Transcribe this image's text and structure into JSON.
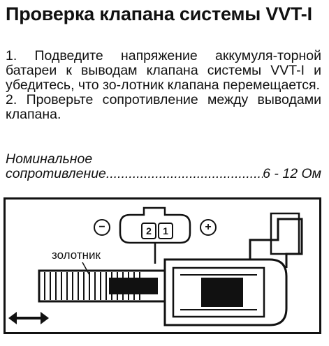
{
  "title": "Проверка клапана системы VVT-I",
  "steps": [
    "1. Подведите напряжение аккумуля-торной батареи к выводам клапана системы VVT-I и убедитесь, что зо-лотник клапана перемещается.",
    "2. Проверьте сопротивление между выводами клапана."
  ],
  "nominal": {
    "label_line1": "Номинальное",
    "label_line2": "сопротивление",
    "value": "6 - 12 Ом"
  },
  "figure": {
    "spool_label": "золотник",
    "pin1": "2",
    "pin2": "1",
    "negative": "−",
    "positive": "+"
  }
}
